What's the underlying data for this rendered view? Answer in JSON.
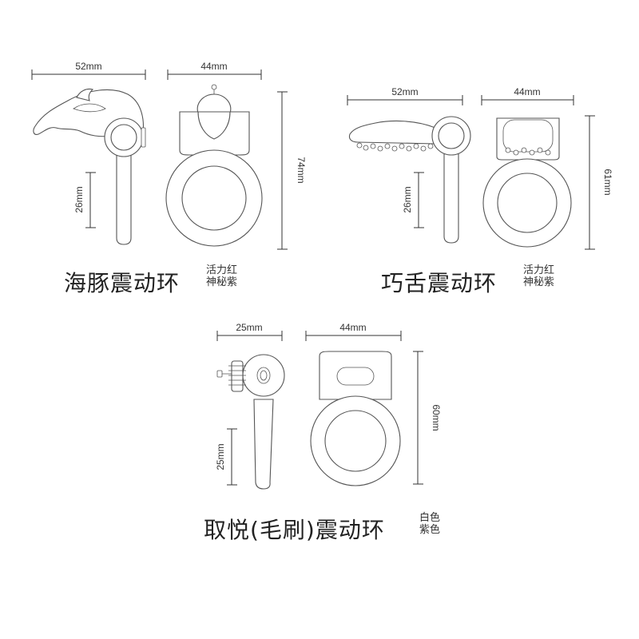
{
  "products": [
    {
      "name": "海豚震动环",
      "colors": [
        "活力红",
        "神秘紫"
      ],
      "side_width": "52mm",
      "front_width": "44mm",
      "height": "74mm",
      "stem_length": "26mm"
    },
    {
      "name": "巧舌震动环",
      "colors": [
        "活力红",
        "神秘紫"
      ],
      "side_width": "52mm",
      "front_width": "44mm",
      "height": "61mm",
      "stem_length": "26mm"
    },
    {
      "name": "取悦(毛刷)震动环",
      "colors": [
        "白色",
        "紫色"
      ],
      "side_width": "25mm",
      "front_width": "44mm",
      "height": "60mm",
      "stem_length": "25mm"
    }
  ]
}
